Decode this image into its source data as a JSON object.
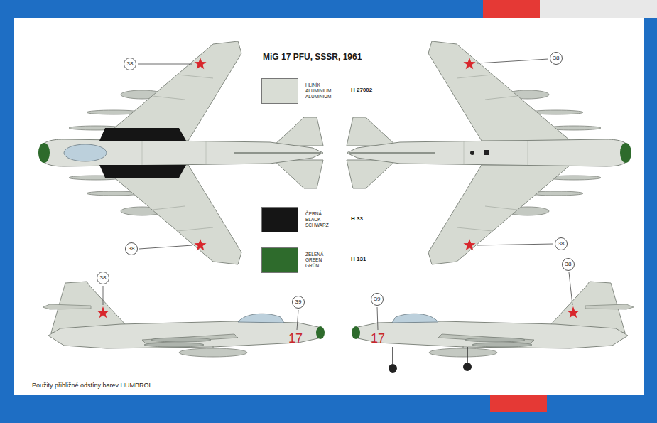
{
  "diagram": {
    "title": "MiG 17 PFU, SSSR, 1961",
    "nodes": [
      {
        "text": [
          "38"
        ]
      },
      {
        "text": [
          "38"
        ]
      },
      {
        "text": [
          "38"
        ]
      },
      {
        "text": [
          "38"
        ]
      },
      {
        "text": [
          "38"
        ]
      },
      {
        "text": [
          "39"
        ]
      },
      {
        "text": [
          "39"
        ]
      },
      {
        "text": [
          "38"
        ]
      }
    ],
    "labels": [
      "H 27002",
      "H 33",
      "H 131",
      "17",
      "17",
      "Použity přibližné odstíny barev HUMBROL"
    ],
    "legend": [
      {
        "text": "HLINÍK ALUMINIUM ALUMINIUM",
        "color": "#d9ddd5"
      },
      {
        "text": "ČERNÁ BLACK SCHWARZ",
        "color": "#151515"
      },
      {
        "text": "ZELENÁ GREEN GRÜN",
        "color": "#2e6b2c"
      }
    ]
  }
}
